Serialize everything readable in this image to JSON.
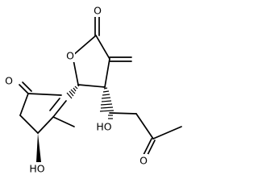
{
  "molecule": {
    "atoms": {
      "lactone_carbonyl_oxygen": "O",
      "ring_oxygen": "O",
      "cyclopentenone_oxygen": "O",
      "side_chain_hydroxyl": "HO",
      "ketone_oxygen": "O",
      "ring_hydroxyl": "HO"
    }
  }
}
